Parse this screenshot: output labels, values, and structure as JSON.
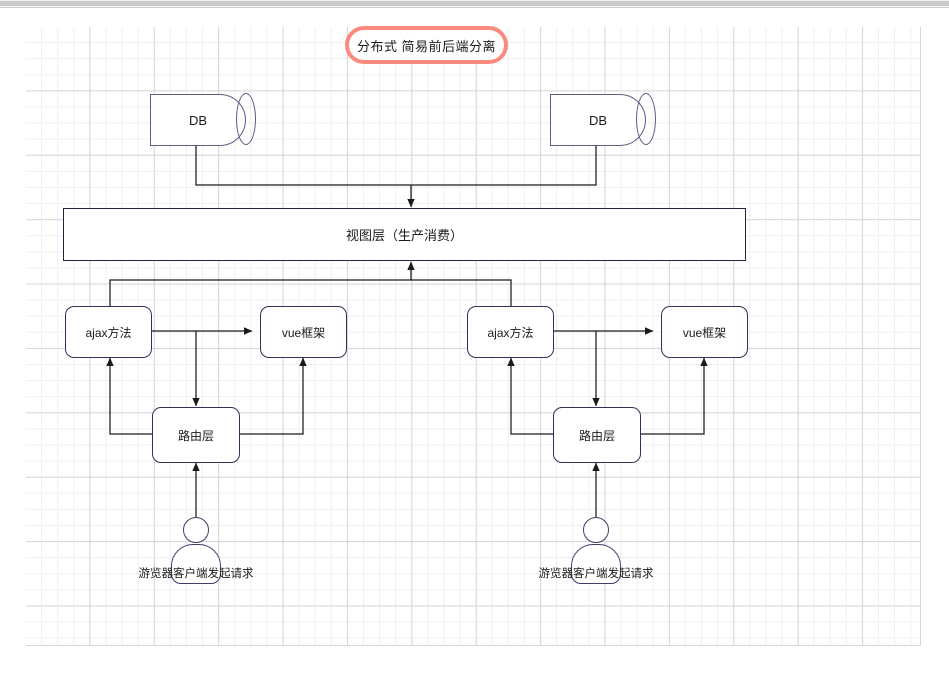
{
  "diagram": {
    "title": "分布式 简易前后端分离",
    "title_border_color": "#fa8a7e",
    "node_border_color": "#2e3357",
    "connector_color": "#1b1b1b",
    "canvas_background": "#ffffff",
    "grid_minor_color": "#efefef",
    "grid_major_color": "#d6d6d6",
    "nodes": {
      "db_left": "DB",
      "db_right": "DB",
      "view_layer": "视图层（生产消费）",
      "ajax_left": "ajax方法",
      "vue_left": "vue框架",
      "router_left": "路由层",
      "ajax_right": "ajax方法",
      "vue_right": "vue框架",
      "router_right": "路由层",
      "actor_left_caption": "游览器客户端发起请求",
      "actor_right_caption": "游览器客户端发起请求"
    }
  }
}
